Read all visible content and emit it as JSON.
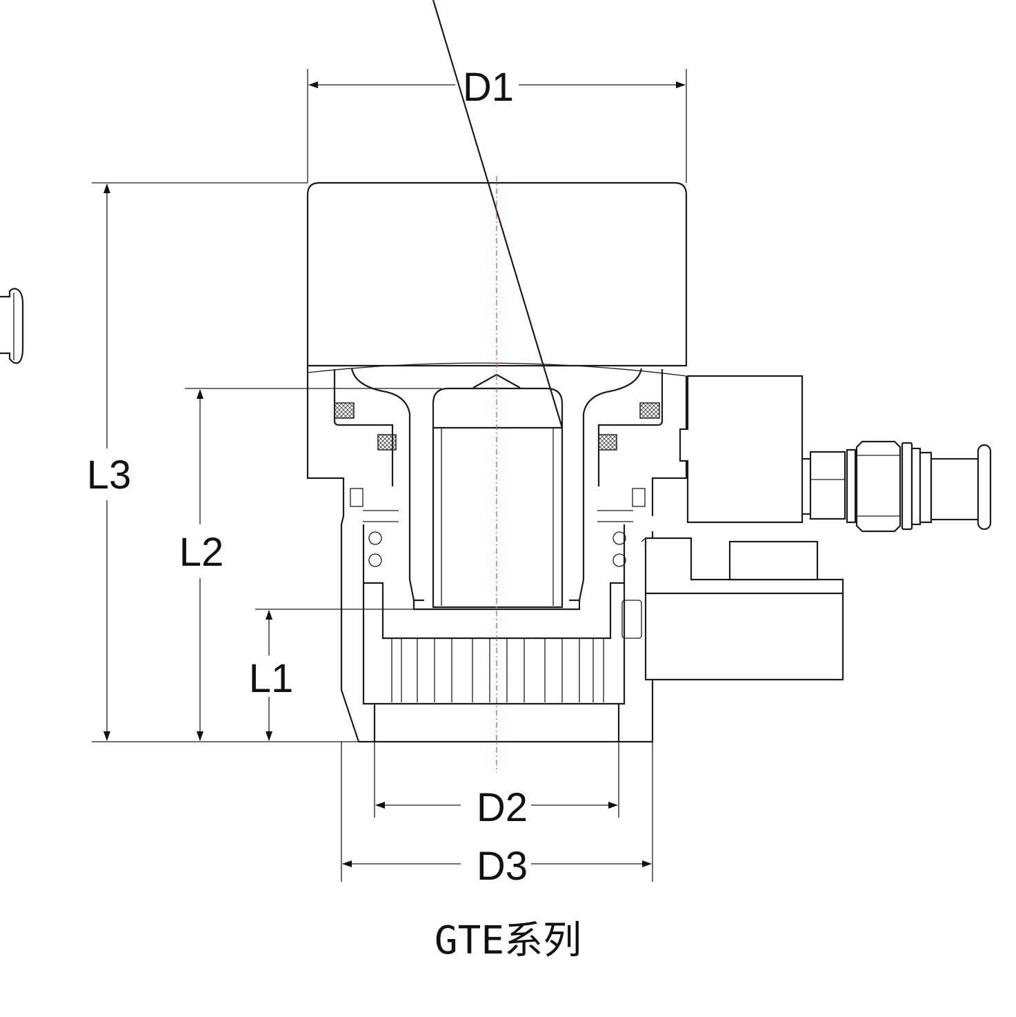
{
  "dimensions": {
    "d1": "D1",
    "d2": "D2",
    "d3": "D3",
    "l1": "L1",
    "l2": "L2",
    "l3": "L3"
  },
  "caption": "GTE系列",
  "colors": {
    "lines": "#1a1a1a",
    "centerline": "#d9534f",
    "background": "#ffffff"
  }
}
